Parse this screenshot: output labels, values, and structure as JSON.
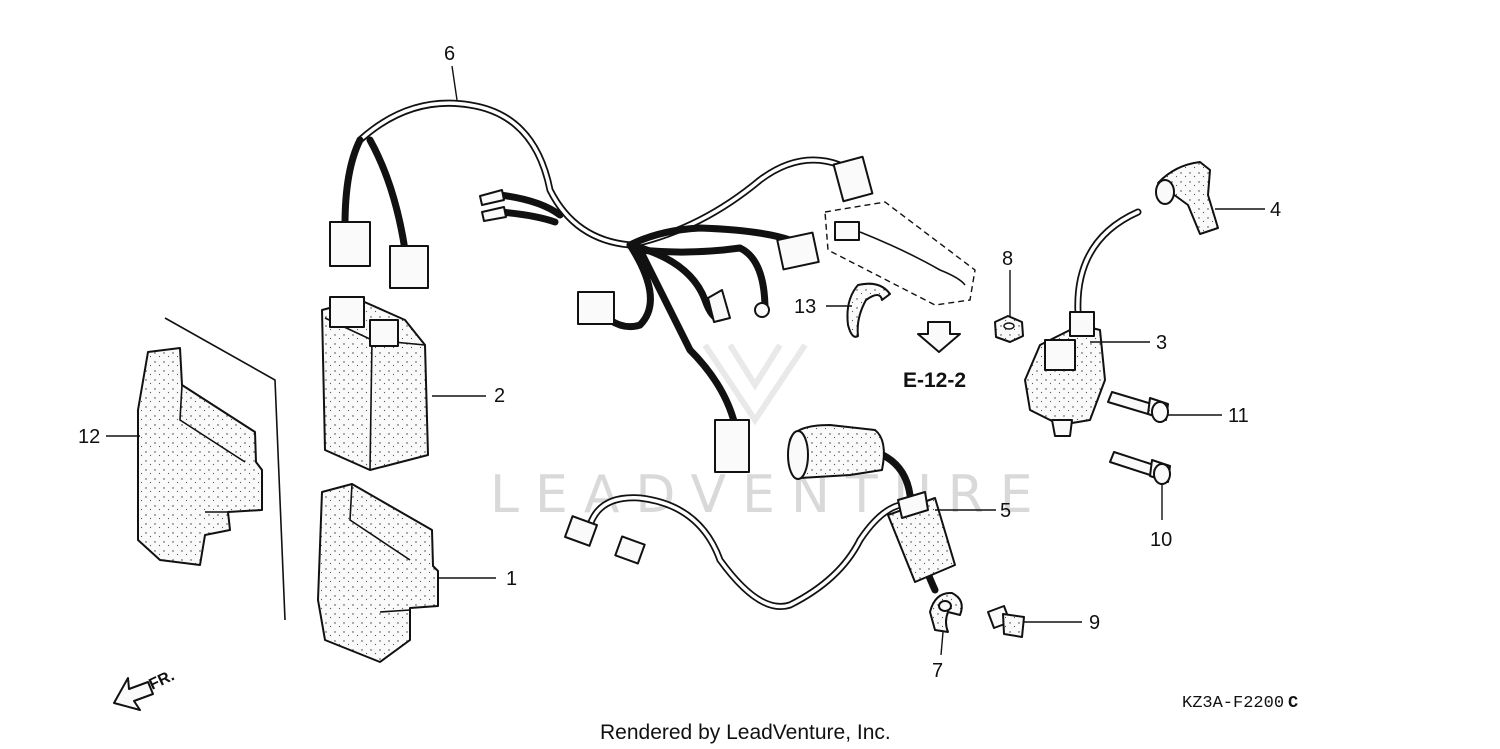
{
  "callouts": [
    "1",
    "2",
    "3",
    "4",
    "5",
    "6",
    "7",
    "8",
    "9",
    "10",
    "11",
    "12",
    "13"
  ],
  "reference": {
    "label": "E-12-2"
  },
  "direction": {
    "label": "FR."
  },
  "diagram_code": "KZ3A-F2200",
  "diagram_code_suffix": "C",
  "watermark": "LEADVENTURE",
  "footer": "Rendered by LeadVenture, Inc."
}
